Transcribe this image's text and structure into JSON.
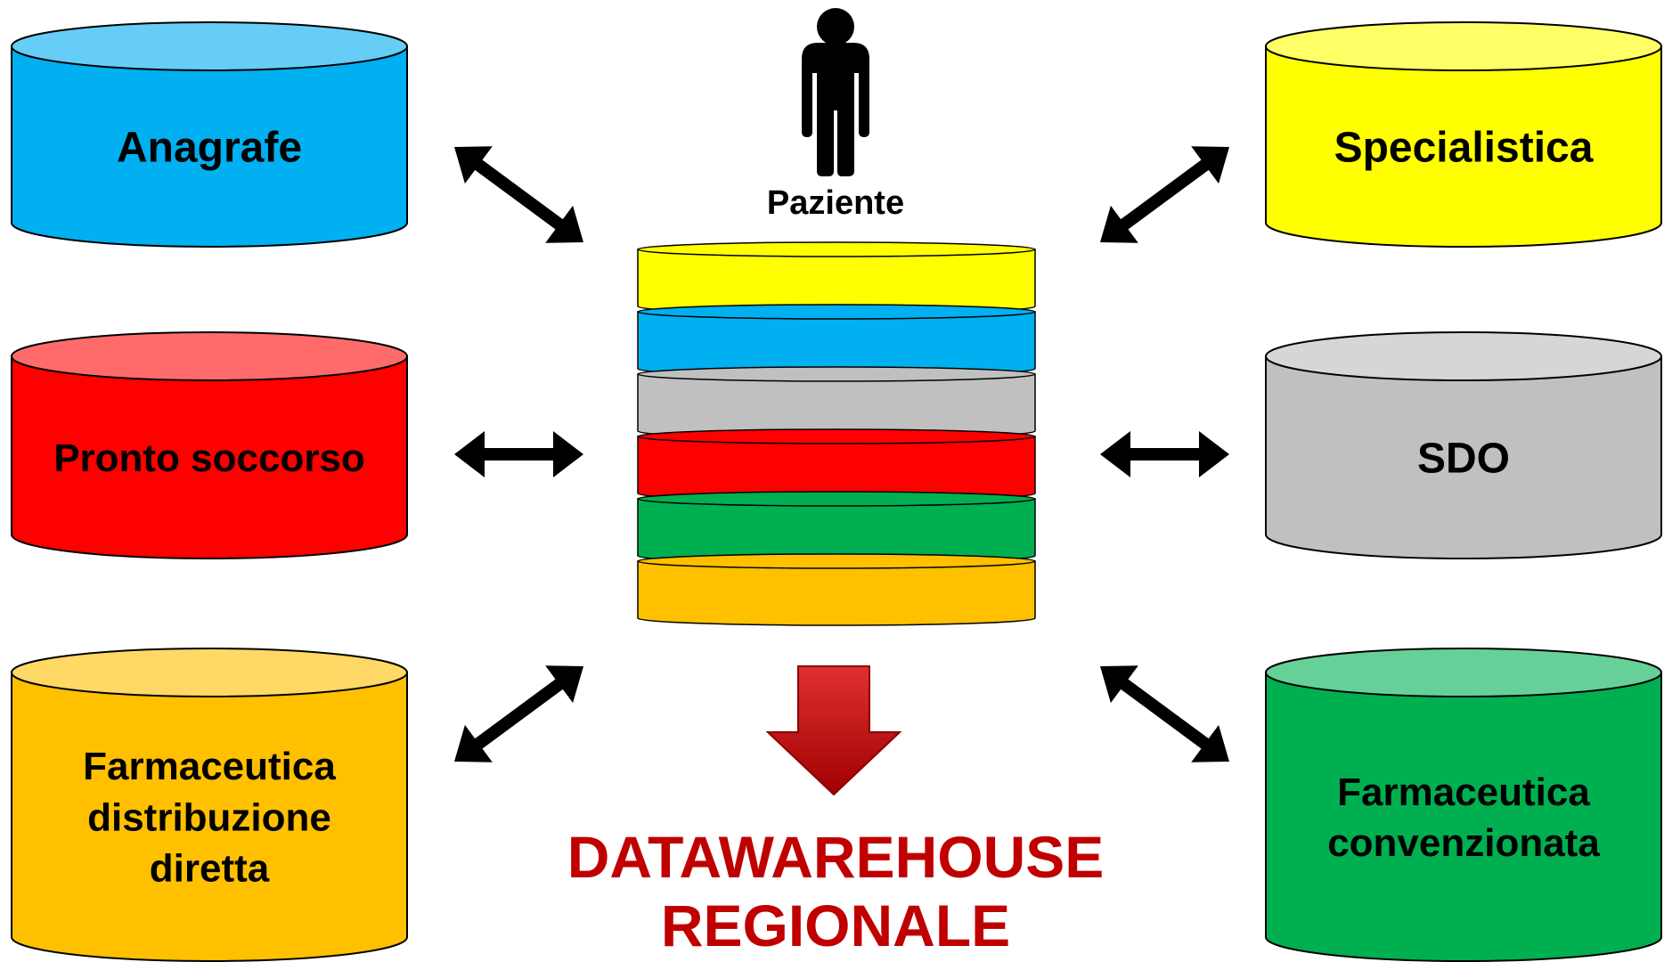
{
  "diagram": {
    "title_lines": [
      "DATAWAREHOUSE",
      "REGIONALE"
    ],
    "person_label": "Paziente",
    "databases": [
      {
        "id": "anagrafe",
        "label_lines": [
          "Anagrafe"
        ],
        "color": "#00b0f0",
        "top_color": "#66cdf6"
      },
      {
        "id": "pronto-soccorso",
        "label_lines": [
          "Pronto soccorso"
        ],
        "color": "#ff0000",
        "top_color": "#ff6b6b"
      },
      {
        "id": "farmaceutica-diretta",
        "label_lines": [
          "Farmaceutica",
          "distribuzione",
          "diretta"
        ],
        "color": "#ffc000",
        "top_color": "#ffd866"
      },
      {
        "id": "specialistica",
        "label_lines": [
          "Specialistica"
        ],
        "color": "#ffff00",
        "top_color": "#ffff66"
      },
      {
        "id": "sdo",
        "label_lines": [
          "SDO"
        ],
        "color": "#c0c0c0",
        "top_color": "#d6d6d6"
      },
      {
        "id": "farmaceutica-convenzionata",
        "label_lines": [
          "Farmaceutica",
          "convenzionata"
        ],
        "color": "#00b050",
        "top_color": "#66d099"
      }
    ],
    "stack_layers": [
      {
        "name": "specialistica",
        "color": "#ffff00"
      },
      {
        "name": "anagrafe",
        "color": "#00b0f0"
      },
      {
        "name": "sdo",
        "color": "#c0c0c0"
      },
      {
        "name": "pronto-soccorso",
        "color": "#ff0000"
      },
      {
        "name": "farmaceutica-convenzionata",
        "color": "#00b050"
      },
      {
        "name": "farmaceutica-diretta",
        "color": "#ffc000"
      }
    ],
    "arrow_color": "#000000",
    "down_arrow_color": "#c00000"
  }
}
